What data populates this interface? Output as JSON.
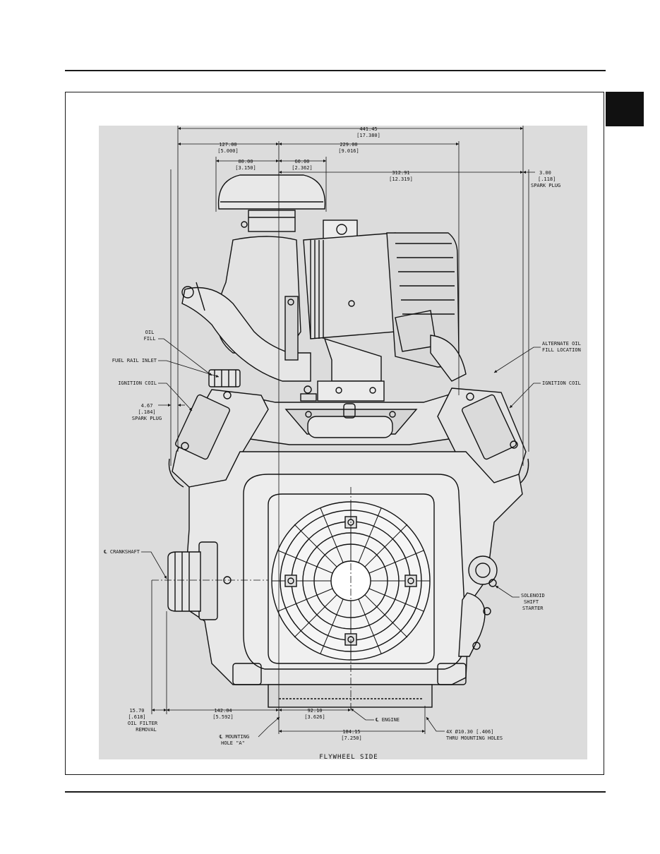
{
  "dimensions": {
    "overall_width": "441.45",
    "overall_width_in": "[17.380]",
    "d127": "127.00",
    "d127_in": "[5.000]",
    "d229": "229.00",
    "d229_in": "[9.016]",
    "d80": "80.00",
    "d80_in": "[3.150]",
    "d60": "60.00",
    "d60_in": "[2.362]",
    "d312": "312.91",
    "d312_in": "[12.319]",
    "d3": "3.00",
    "d3_in": "[.118]",
    "d3_label": "SPARK PLUG",
    "d487": "4.67",
    "d487_in": "[.184]",
    "d487_label": "SPARK PLUG",
    "d1570": "15.70",
    "d1570_in": "[.618]",
    "d1570_label1": "OIL FILTER",
    "d1570_label2": "REMOVAL",
    "d142": "142.04",
    "d142_in": "[5.592]",
    "d92": "92.10",
    "d92_in": "[3.626]",
    "d184": "184.15",
    "d184_in": "[7.250]"
  },
  "callouts": {
    "oil_fill_1": "OIL",
    "oil_fill_2": "FILL",
    "fuel_rail": "FUEL RAIL INLET",
    "ignition_left": "IGNITION COIL",
    "ignition_right": "IGNITION COIL",
    "alt_oil_1": "ALTERNATE OIL",
    "alt_oil_2": "FILL LOCATION",
    "crankshaft": "℄ CRANKSHAFT",
    "solenoid_1": "SOLENOID",
    "solenoid_2": "SHIFT",
    "solenoid_3": "STARTER",
    "engine_cl": "℄ ENGINE",
    "mount_hole_1": "℄ MOUNTING",
    "mount_hole_2": "HOLE \"A\"",
    "thru_holes_1": "4X Ø10.30 [.406]",
    "thru_holes_2": "THRU MOUNTING HOLES"
  },
  "caption": "FLYWHEEL SIDE"
}
